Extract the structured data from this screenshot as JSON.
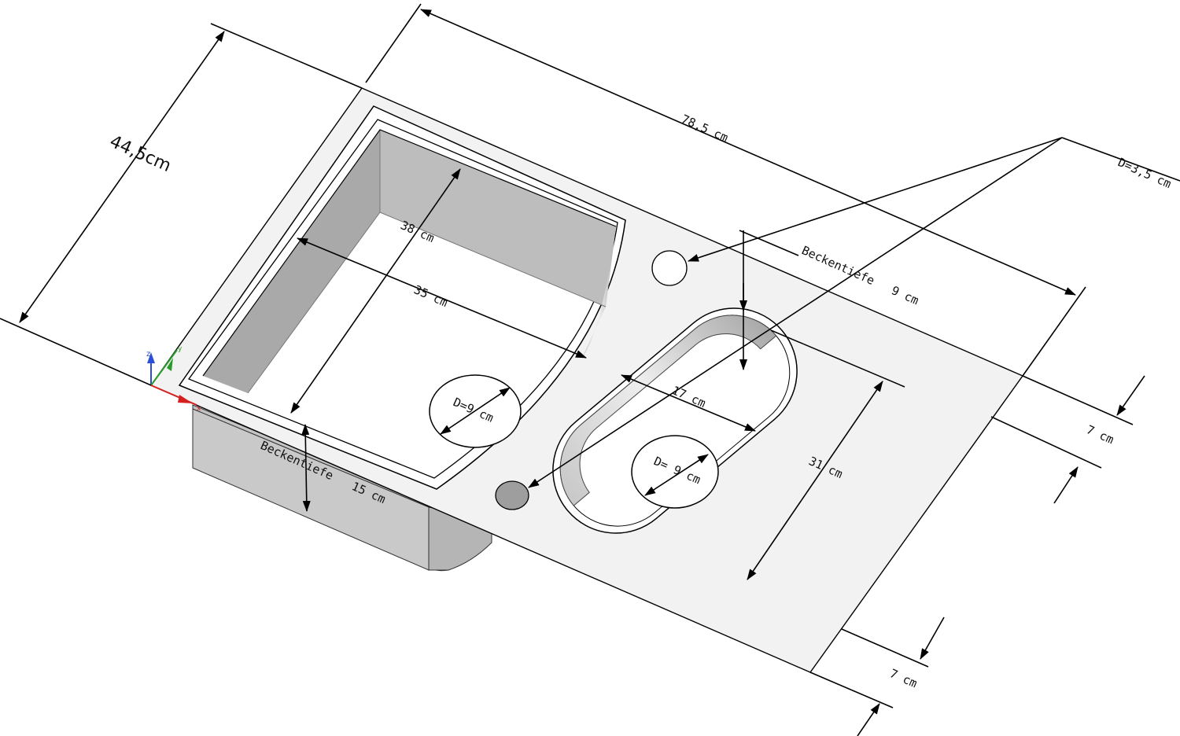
{
  "title": "Kitchen sink dimension drawing",
  "dimensions": {
    "total_depth": "44,5cm",
    "total_width": "78,5 cm",
    "tap_hole_diameter": "D=3,5 cm",
    "small_basin_depth_title": "Beckentiefe",
    "small_basin_depth_value": "9 cm",
    "main_basin_length": "38 cm",
    "main_basin_width": "35 cm",
    "main_drain": "D=9 cm",
    "small_basin_width": "17 cm",
    "small_drain": "D= 9 cm",
    "small_basin_length": "31 cm",
    "margin_top": "7 cm",
    "margin_bottom": "7 cm",
    "main_basin_depth_title": "Beckentiefe",
    "main_basin_depth_value": "15 cm"
  },
  "axes": {
    "z": "z",
    "y": "y",
    "x": "x"
  },
  "colors": {
    "surface": "#f2f2f2",
    "wall": "#bdbdbd",
    "wall_dark": "#9a9a9a",
    "x_axis": "#d62020",
    "y_axis": "#2a9a2a",
    "z_axis": "#2a4fd6"
  }
}
